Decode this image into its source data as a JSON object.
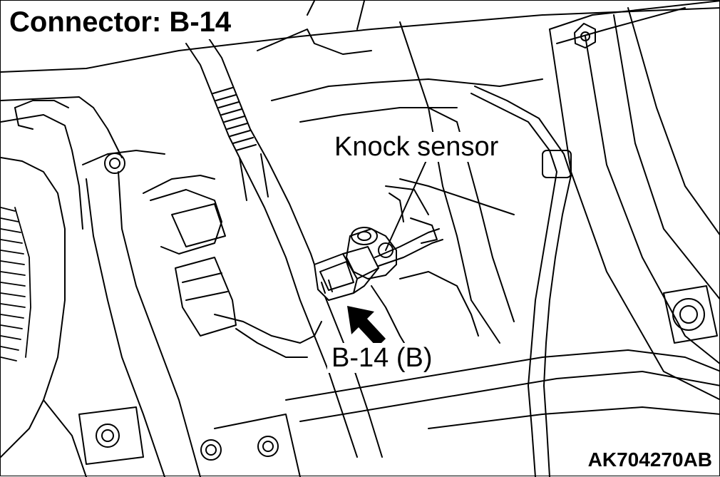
{
  "title": "Connector: B-14",
  "labels": {
    "knock_sensor": "Knock sensor",
    "connector": "B-14 (B)"
  },
  "figure_code": "AK704270AB",
  "colors": {
    "line": "#000000",
    "background": "#ffffff"
  }
}
